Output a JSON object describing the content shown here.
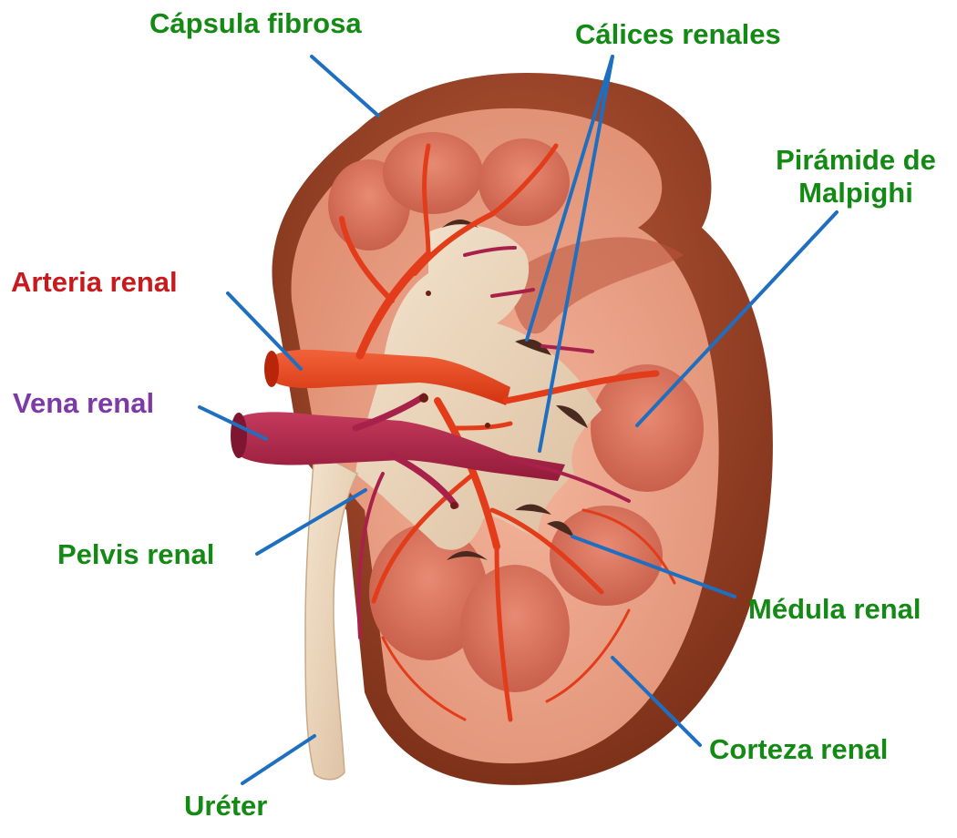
{
  "colors": {
    "label_green": "#138a13",
    "label_red": "#c8191c",
    "label_purple": "#7d3aa6",
    "leader_line": "#1f6fc1",
    "capsule": "#8e3d1f",
    "cortex": "#e79a7c",
    "pyramid": "#d9735d",
    "pelvis": "#ecd6bd",
    "artery": "#e8401d",
    "vein": "#b1264a"
  },
  "labels": {
    "capsula": "Cápsula fibrosa",
    "calices": "Cálices renales",
    "piramide_1": "Pirámide de",
    "piramide_2": "Malpighi",
    "arteria": "Arteria renal",
    "vena": "Vena renal",
    "pelvis": "Pelvis renal",
    "medula": "Médula renal",
    "corteza": "Corteza renal",
    "ureter": "Uréter"
  }
}
